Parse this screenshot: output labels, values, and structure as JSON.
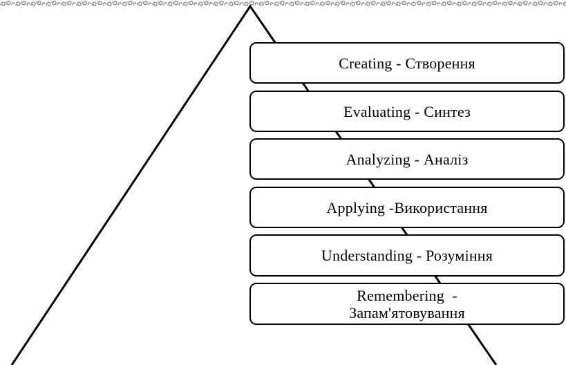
{
  "levels": [
    {
      "label": "Creating - Створення"
    },
    {
      "label": "Evaluating - Синтез"
    },
    {
      "label": "Analyzing - Аналіз"
    },
    {
      "label": "Applying -Використання"
    },
    {
      "label": "Understanding - Розуміння"
    },
    {
      "label_line1": "Remembering  -",
      "label_line2": "Запам'ятовування"
    }
  ],
  "colors": {
    "stroke": "#000000",
    "box_fill": "#ffffff",
    "border_pattern": "#7a7a7a"
  }
}
